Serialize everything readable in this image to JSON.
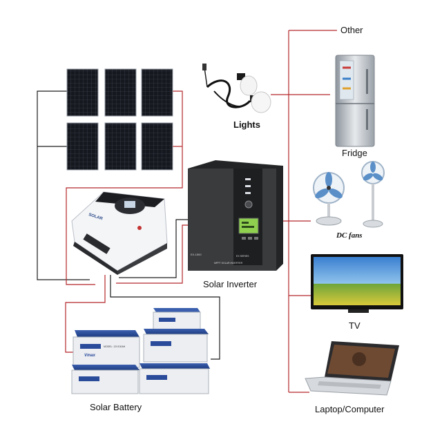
{
  "diagram": {
    "title": "",
    "labels": {
      "other": "Other",
      "lights": "Lights",
      "fridge": "Fridge",
      "dc_fans": "DC fans",
      "solar_inverter": "Solar Inverter",
      "tv": "TV",
      "solar_battery": "Solar Battery",
      "laptop": "Laptop/Computer"
    },
    "device_text": {
      "controller_brand": "SOLAR",
      "inverter_model": "EX-1500",
      "inverter_series": "EX SERIES",
      "inverter_subtitle": "MPPT SOLAR INVERTER",
      "battery_brand": "Vmax",
      "battery_model": "MODEL: 12V100AH"
    },
    "colors": {
      "wire_red": "#b5262a",
      "wire_black": "#1a1a1a",
      "panel": "#1b1d24",
      "inverter": "#2f3032",
      "screen_green": "#8fd14f"
    }
  }
}
